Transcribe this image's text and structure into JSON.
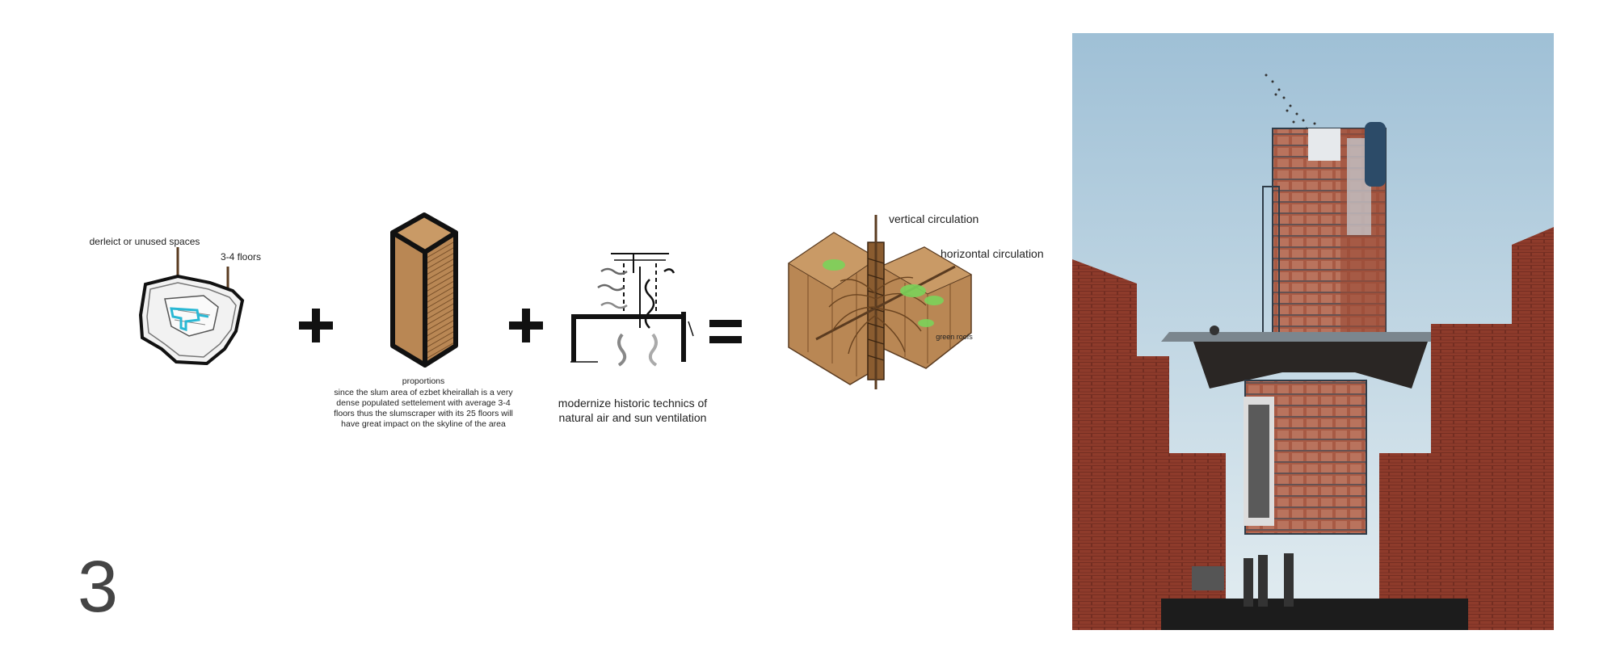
{
  "diagram": {
    "panel1": {
      "label_spaces": "derleict or unused spaces",
      "label_floors": "3-4 floors"
    },
    "panel2": {
      "caption_title": "proportions",
      "caption_body": "since the slum area of ezbet kheirallah is a very dense populated settelement with average 3-4 floors thus the slumscraper with its 25 floors will have great impact on the skyline of the area"
    },
    "panel3": {
      "caption": "modernize historic technics of natural air and sun ventilation"
    },
    "panel4": {
      "label_vertical": "vertical circulation",
      "label_horizontal": "horizontal circulation",
      "label_green": "green roofs"
    },
    "operators": {
      "plus": "+",
      "equals": "="
    },
    "page_number": "3"
  },
  "colors": {
    "wood": "#b98754",
    "wood_dark": "#8a5c30",
    "outline": "#111111",
    "accent_cyan": "#2ab8d4",
    "green": "#7bd35a",
    "brick": "#8e3b2b",
    "sky": "#9fc0d6"
  }
}
